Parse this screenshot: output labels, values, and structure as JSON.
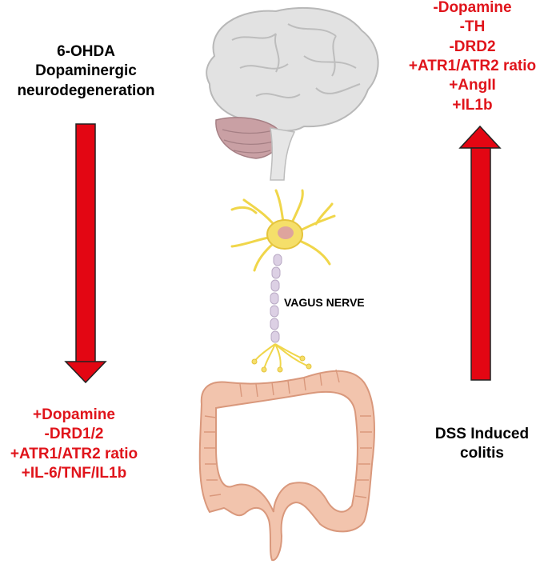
{
  "left_top": {
    "lines": [
      "6-OHDA",
      "Dopaminergic",
      "neurodegeneration"
    ]
  },
  "left_bottom": {
    "lines": [
      "+Dopamine",
      "-DRD1/2",
      "+ATR1/ATR2 ratio",
      "+IL-6/TNF/IL1b"
    ]
  },
  "right_top": {
    "lines": [
      "-Dopamine",
      "-TH",
      "-DRD2",
      "+ATR1/ATR2 ratio",
      "+AngII",
      "+IL1b"
    ]
  },
  "right_bottom": {
    "lines": [
      "DSS Induced",
      "colitis"
    ]
  },
  "center": {
    "nerve_label": "VAGUS NERVE"
  },
  "colors": {
    "arrow": "#e30613",
    "red_text": "#e0141b",
    "brain": "#dcdcdc",
    "cerebellum": "#c9a0a4",
    "neuron": "#f4e36b",
    "axon": "#d8cbe0",
    "colon": "#f2c4ad"
  },
  "icons": [
    "brain-icon",
    "neuron-icon",
    "colon-icon",
    "down-arrow-icon",
    "up-arrow-icon"
  ]
}
